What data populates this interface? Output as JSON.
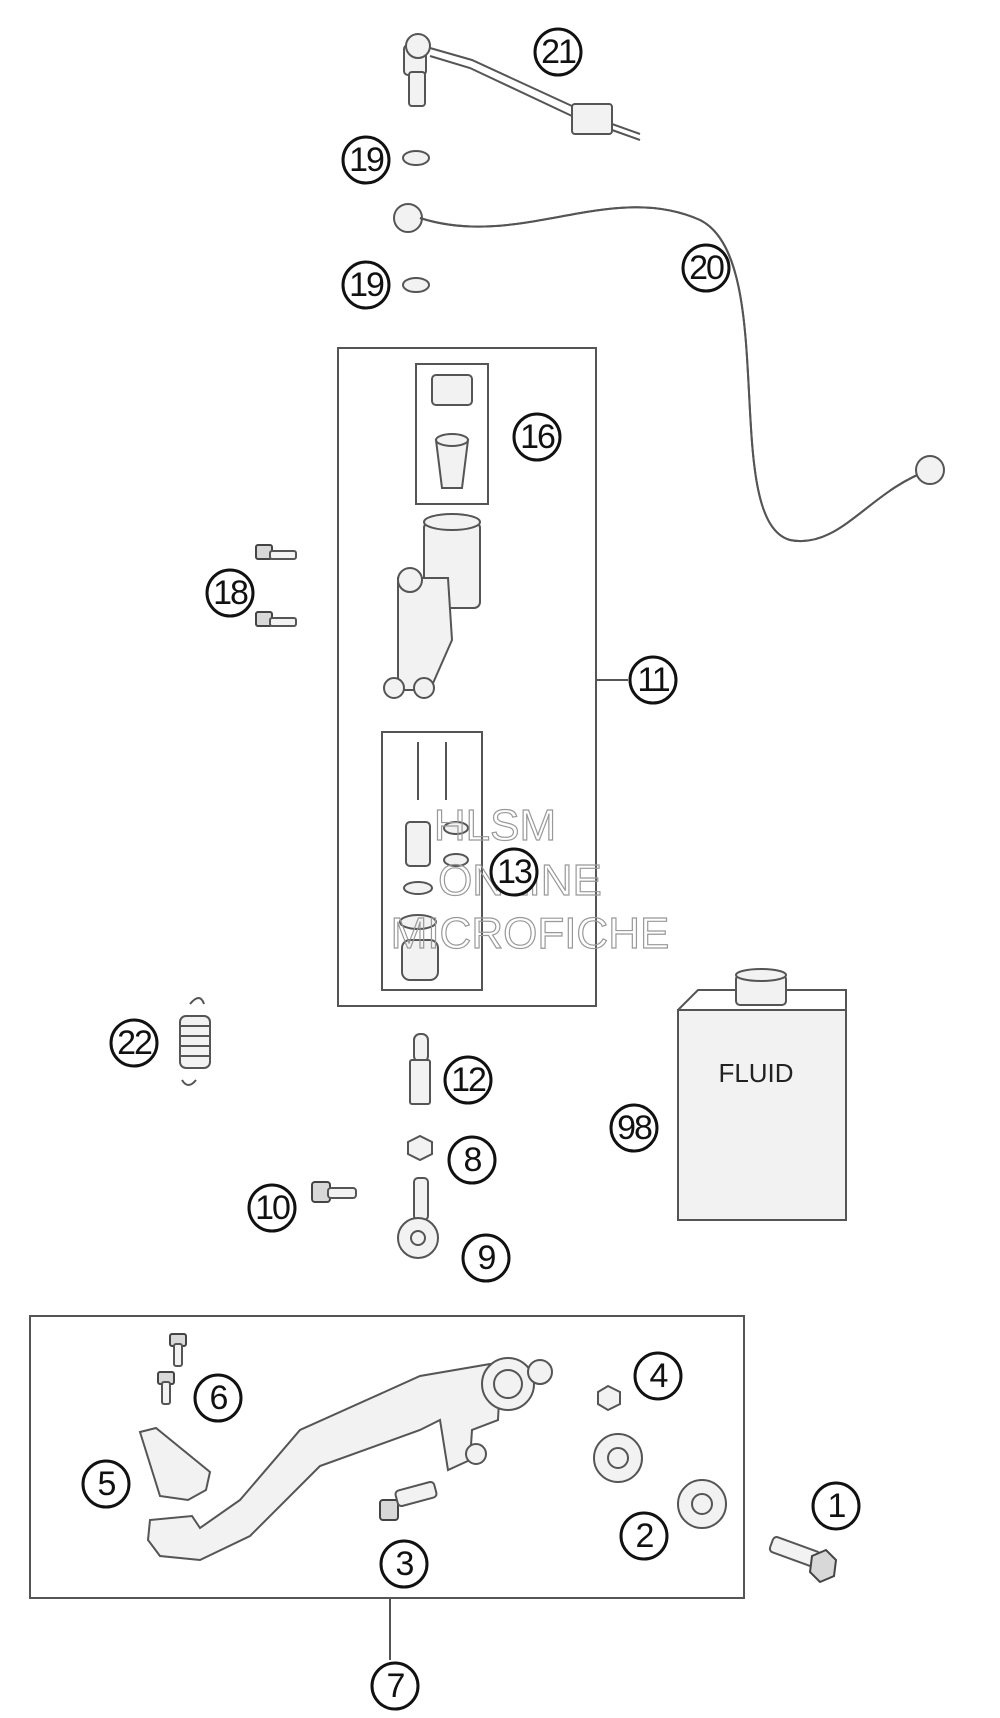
{
  "callouts": [
    {
      "label": "21",
      "part": "brake-light-switch"
    },
    {
      "label": "19",
      "part": "seal-ring-upper"
    },
    {
      "label": "19",
      "part": "seal-ring-lower"
    },
    {
      "label": "20",
      "part": "brake-line"
    },
    {
      "label": "16",
      "part": "reservoir-cap"
    },
    {
      "label": "18",
      "part": "mounting-screws"
    },
    {
      "label": "11",
      "part": "foot-brake-cylinder"
    },
    {
      "label": "13",
      "part": "repair-kit"
    },
    {
      "label": "22",
      "part": "return-spring"
    },
    {
      "label": "12",
      "part": "push-rod"
    },
    {
      "label": "98",
      "part": "brake-fluid"
    },
    {
      "label": "8",
      "part": "nut"
    },
    {
      "label": "10",
      "part": "bolt"
    },
    {
      "label": "9",
      "part": "fork-head"
    },
    {
      "label": "4",
      "part": "lever-nut"
    },
    {
      "label": "6",
      "part": "step-screws"
    },
    {
      "label": "5",
      "part": "brake-step"
    },
    {
      "label": "2",
      "part": "bearings"
    },
    {
      "label": "1",
      "part": "pivot-bolt"
    },
    {
      "label": "3",
      "part": "pin"
    },
    {
      "label": "7",
      "part": "foot-brake-lever-assembly"
    }
  ],
  "fluid_label": "FLUID",
  "watermark": [
    "HLSM",
    "ONLINE",
    "MICROFICHE"
  ]
}
